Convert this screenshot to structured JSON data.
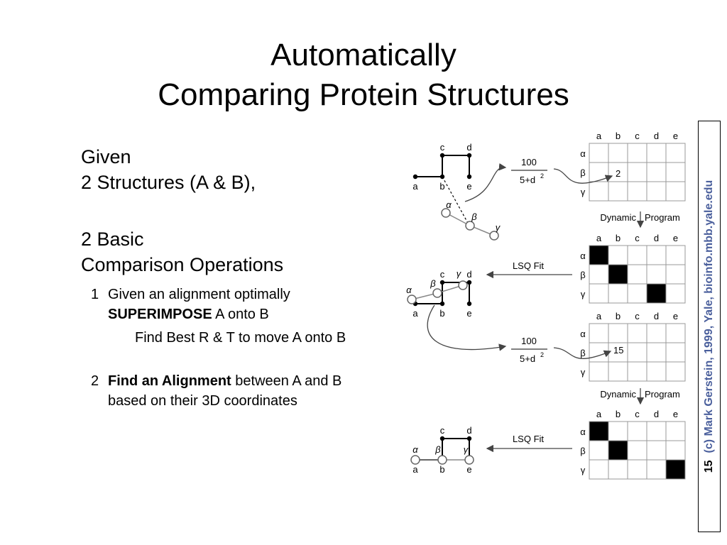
{
  "title": {
    "line1": "Automatically",
    "line2": "Comparing Protein Structures"
  },
  "content": {
    "given": "Given",
    "structures": "2 Structures (A & B),",
    "basic": "2 Basic",
    "comparison": "Comparison Operations",
    "operations": [
      {
        "num": "1",
        "pre": "Given an alignment optimally",
        "bold": "SUPERIMPOSE",
        "post": " A onto B",
        "sub": "Find Best R & T to move A onto B"
      },
      {
        "num": "2",
        "bold": "Find an Alignment",
        "post": " between A and B based on their 3D coordinates"
      }
    ]
  },
  "sidebar": {
    "page_number": "15",
    "copyright": "(c) Mark Gerstein, 1999, Yale, bioinfo.mbb.yale.edu",
    "copyright_color": "#4a5f9c"
  },
  "diagram": {
    "letters_latin": [
      "a",
      "b",
      "c",
      "d",
      "e"
    ],
    "letters_greek": [
      "α",
      "β",
      "γ"
    ],
    "formula_num": "100",
    "formula_den": "5+d",
    "formula_exp": "2",
    "score1": "2",
    "score2": "15",
    "dp_left": "Dynamic",
    "dp_right": "Program",
    "lsq_label": "LSQ Fit",
    "alignment1_cols": [
      0,
      1,
      3
    ],
    "alignment2_cols": [
      0,
      1,
      4
    ]
  }
}
